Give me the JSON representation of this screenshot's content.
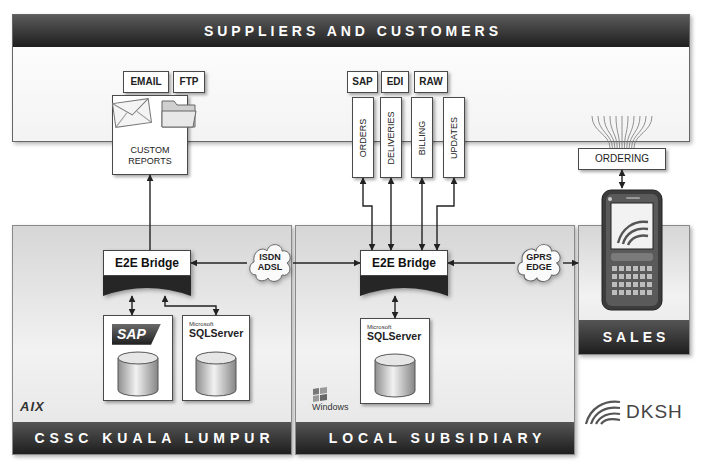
{
  "diagram": {
    "nodes": [
      {
        "text": [
          "SUPPLIERS AND CUSTOMERS"
        ]
      },
      {
        "text": [
          "EMAIL"
        ],
        "in": 0
      },
      {
        "text": [
          "FTP"
        ],
        "in": 0
      },
      {
        "text": [
          "SAP"
        ],
        "in": 0
      },
      {
        "text": [
          "EDI"
        ],
        "in": 0
      },
      {
        "text": [
          "RAW"
        ],
        "in": 0
      },
      {
        "text": [
          "CUSTOM REPORTS"
        ]
      },
      {
        "text": [
          "ORDERS"
        ]
      },
      {
        "text": [
          "DELIVERIES"
        ]
      },
      {
        "text": [
          "BILLING"
        ]
      },
      {
        "text": [
          "UPDATES"
        ]
      },
      {
        "text": [
          "ORDERING"
        ]
      },
      {
        "text": [
          "CSSC KUALA LUMPUR"
        ]
      },
      {
        "text": [
          "E2E Bridge"
        ],
        "in": 12
      },
      {
        "text": [
          "SAP"
        ],
        "in": 12
      },
      {
        "text": [
          "Microsoft",
          "SQLServer"
        ],
        "in": 12
      },
      {
        "text": [
          "ISDN ADSL"
        ]
      },
      {
        "text": [
          "LOCAL SUBSIDIARY"
        ]
      },
      {
        "text": [
          "E2E Bridge"
        ],
        "in": 17
      },
      {
        "text": [
          "Microsoft",
          "SQLServer"
        ],
        "in": 17
      },
      {
        "text": [
          "GPRS EDGE"
        ]
      },
      {
        "text": [
          "SALES"
        ]
      }
    ],
    "edges": [
      {
        "from": 13,
        "to": 6,
        "arrow": "to"
      },
      {
        "from": 16,
        "to": 13,
        "arrow": "to"
      },
      {
        "from": 16,
        "to": 18,
        "arrow": "to"
      },
      {
        "from": 13,
        "to": 14,
        "arrow": "both"
      },
      {
        "from": 13,
        "to": 15,
        "arrow": "both"
      },
      {
        "from": 7,
        "to": 18,
        "arrow": "both"
      },
      {
        "from": 8,
        "to": 18,
        "arrow": "both"
      },
      {
        "from": 9,
        "to": 18,
        "arrow": "both"
      },
      {
        "from": 10,
        "to": 18,
        "arrow": "both"
      },
      {
        "from": 18,
        "to": 19,
        "arrow": "both"
      },
      {
        "from": 20,
        "to": 18,
        "arrow": "to"
      },
      {
        "from": 20,
        "to": 21,
        "arrow": "to"
      },
      {
        "from": 11,
        "to": 21,
        "arrow": "both"
      }
    ],
    "labels": [
      "AIX",
      "Windows",
      "DKSH"
    ]
  }
}
